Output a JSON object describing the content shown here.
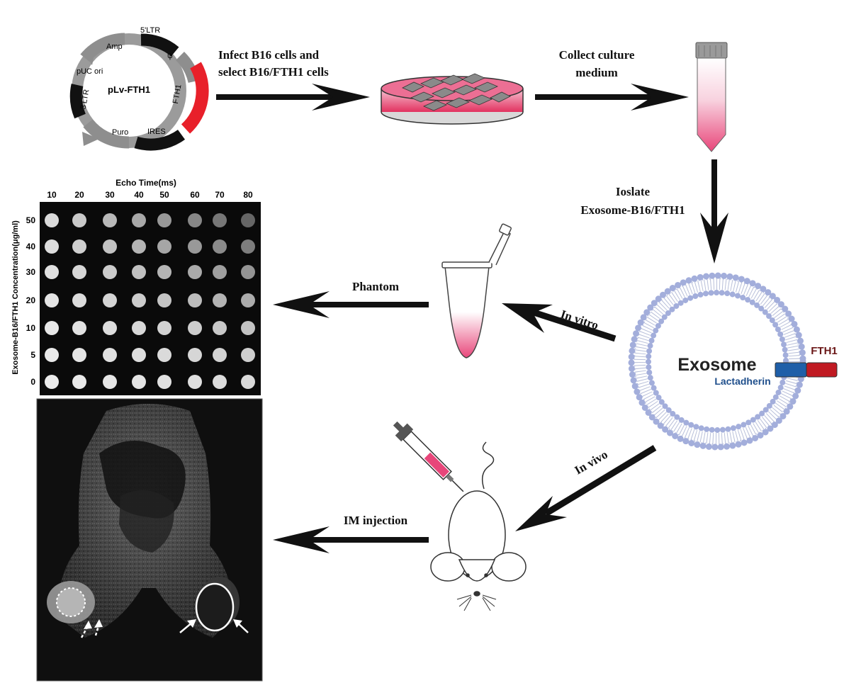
{
  "plasmid": {
    "name": "pLv-FTH1",
    "segments": [
      "Amp",
      "5'LTR",
      "ψ",
      "FTH1",
      "IRES",
      "Puro",
      "3'LTR",
      "pUC ori"
    ]
  },
  "steps": {
    "infect_line1": "Infect B16 cells and",
    "infect_line2": "select B16/FTH1 cells",
    "collect_line1": "Collect culture",
    "collect_line2": "medium",
    "isolate_line1": "Ioslate",
    "isolate_line2": "Exosome-B16/FTH1",
    "phantom": "Phantom",
    "in_vitro": "In vitro",
    "in_vivo": "In vivo",
    "im_injection": "IM injection"
  },
  "exosome": {
    "title": "Exosome",
    "protein1": "Lactadherin",
    "protein2": "FTH1"
  },
  "phantom_grid": {
    "x_title": "Echo Time(ms)",
    "echo_times": [
      "10",
      "20",
      "30",
      "40",
      "50",
      "60",
      "70",
      "80"
    ],
    "y_title": "Exosome-B16/FTH1 Concentration(μg/ml)",
    "concentrations": [
      "50",
      "40",
      "30",
      "20",
      "10",
      "5",
      "0"
    ]
  },
  "colors": {
    "accent_red": "#e8202a",
    "pink": "#e8467a",
    "lipid": "#a9b3dc",
    "lactadherin": "#1f5fa8",
    "fth1": "#c01a22"
  }
}
